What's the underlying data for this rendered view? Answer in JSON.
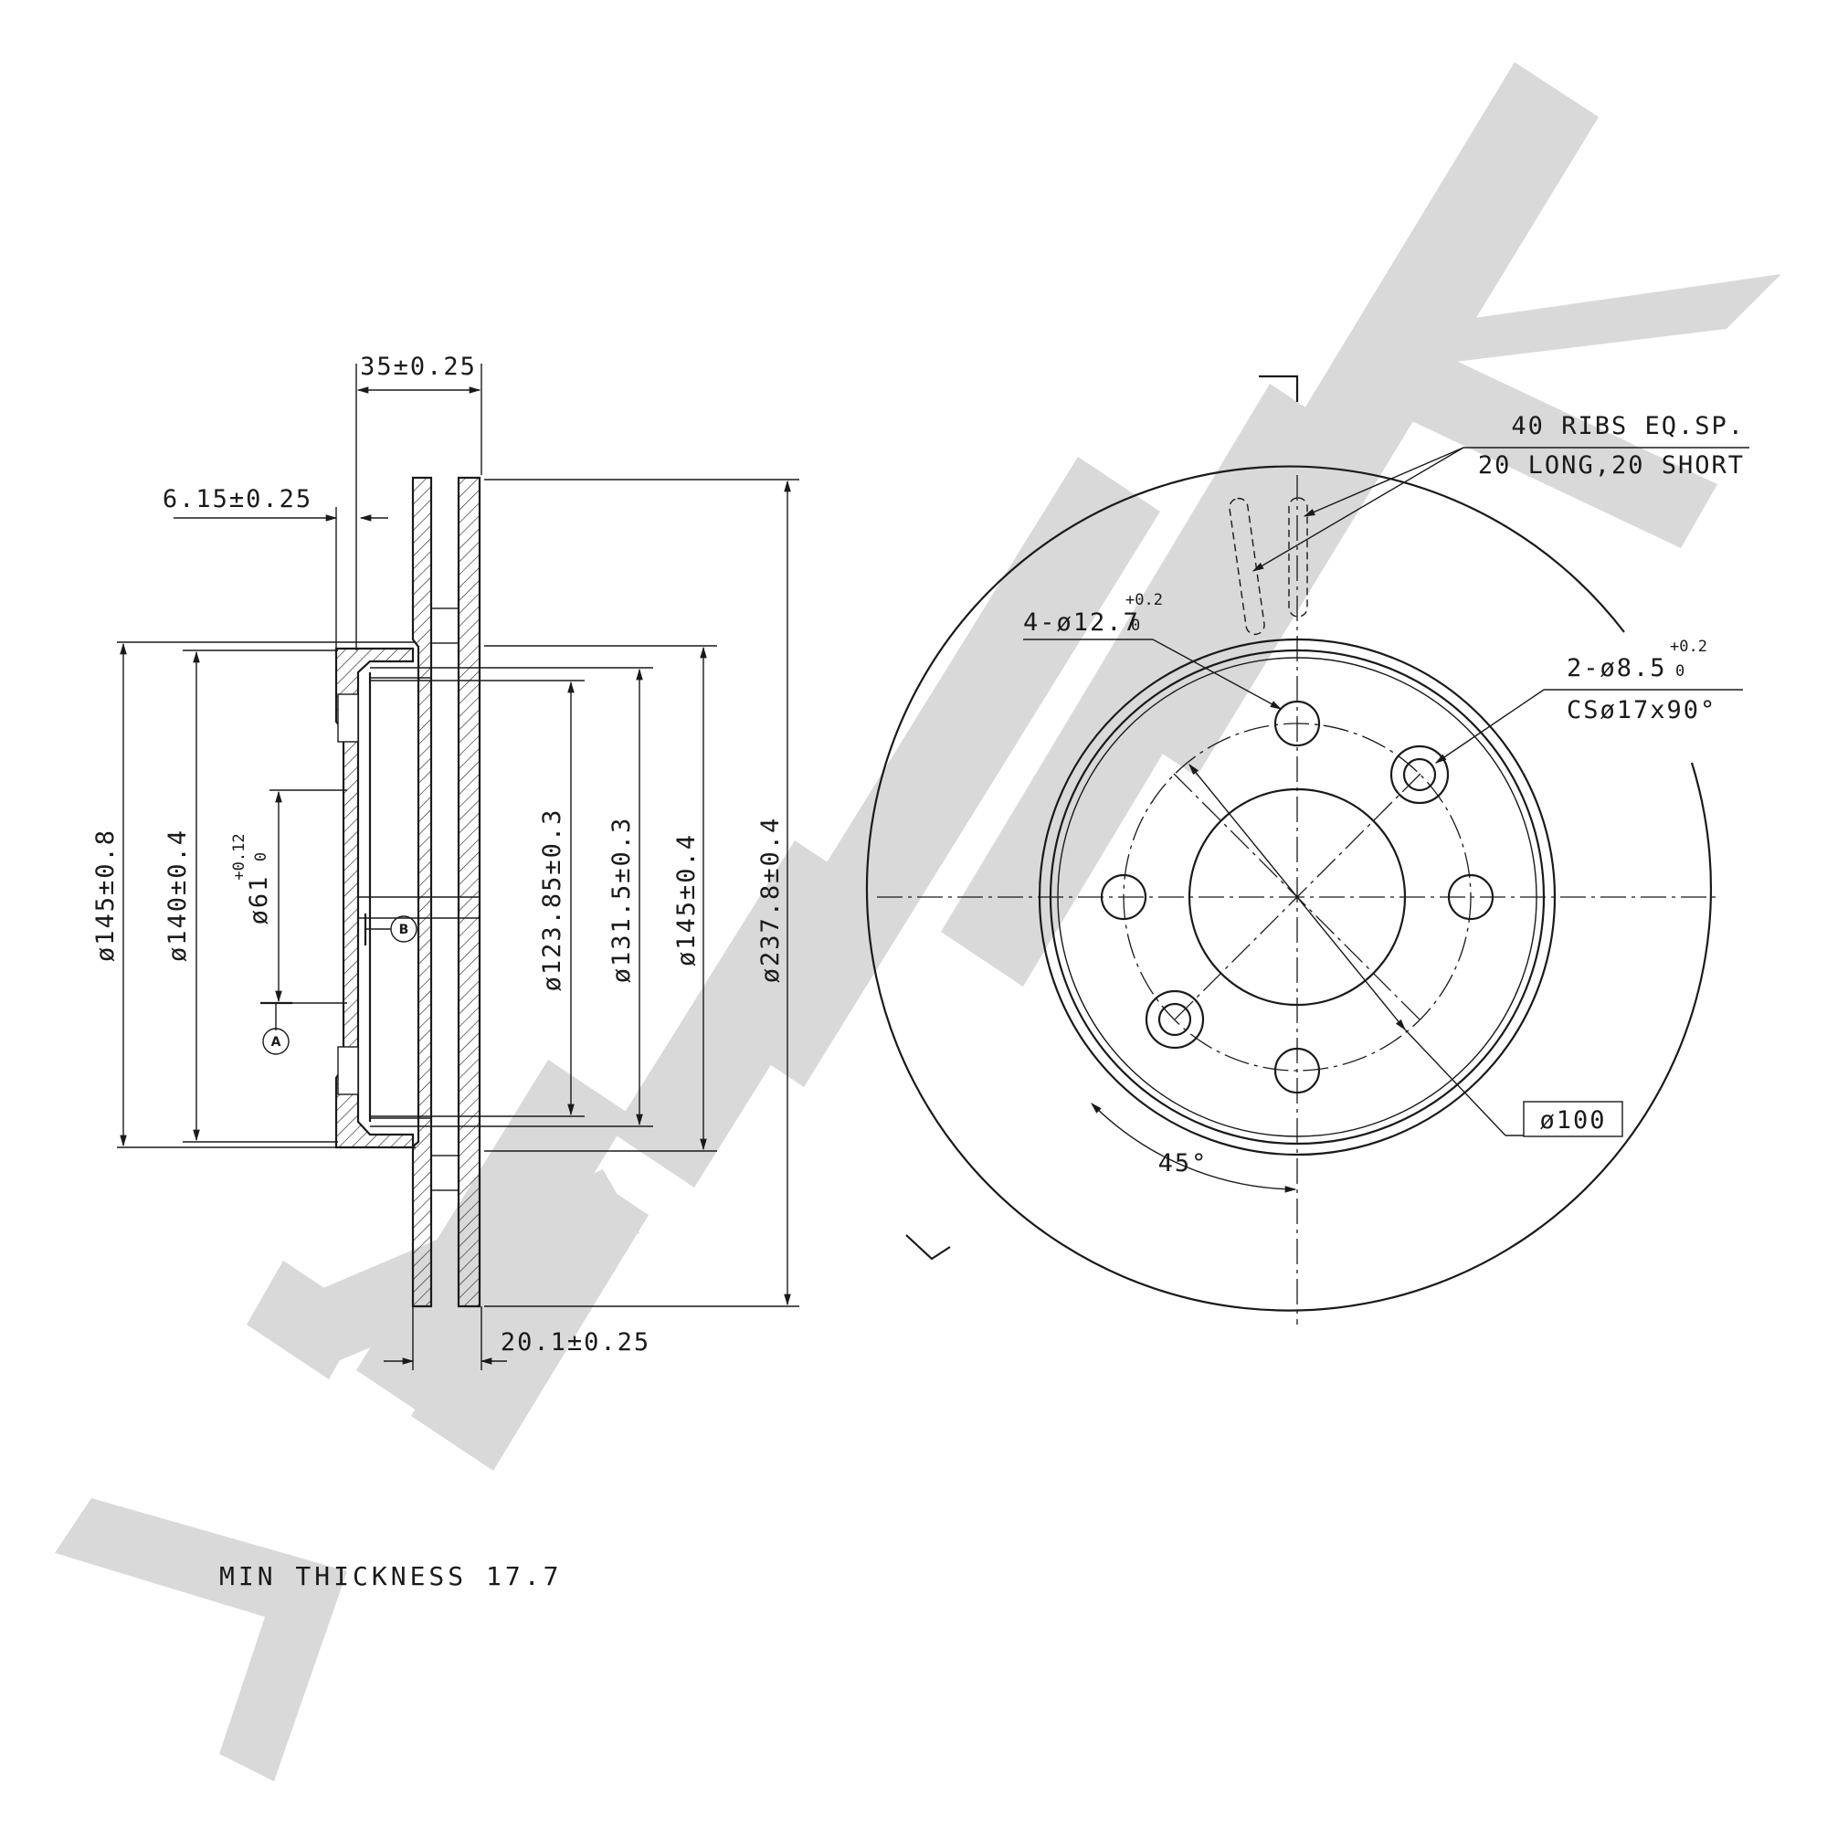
{
  "watermark": {
    "color": "#d9d9d9",
    "logo": "zentek-logo"
  },
  "side_view": {
    "hub_height": "35±0.25",
    "hat_offset": "6.15±0.25",
    "total_thickness": "20.1±0.25",
    "dia_145_outer": "ø145±0.8",
    "dia_140": "ø140±0.4",
    "dia_61": "ø61",
    "dia_61_tol_upper": "+0.12",
    "dia_61_tol_lower": "0",
    "dia_123_85": "ø123.85±0.3",
    "dia_131_5": "ø131.5±0.3",
    "dia_145_inner": "ø145±0.4",
    "dia_237_8": "ø237.8±0.4",
    "datum_a": "A",
    "datum_b": "B"
  },
  "front_view": {
    "ribs_line1": "40 RIBS EQ.SP.",
    "ribs_line2": "20 LONG,20 SHORT",
    "bolt_holes": "4-ø12.7",
    "bolt_tol_upper": "+0.2",
    "bolt_tol_lower": "0",
    "small_holes": "2-ø8.5",
    "small_tol_upper": "+0.2",
    "small_tol_lower": "0",
    "countersink": "CSø17x90°",
    "pcd": "ø100",
    "angle": "45°"
  },
  "notes": {
    "min_thickness": "MIN THICKNESS 17.7"
  }
}
